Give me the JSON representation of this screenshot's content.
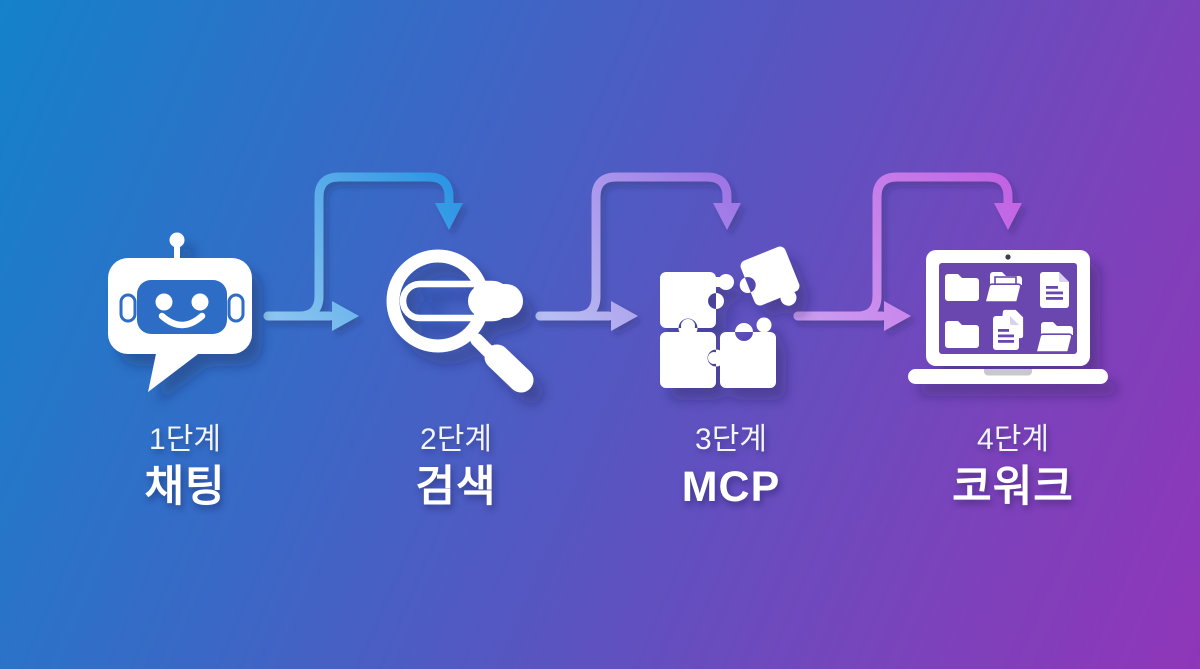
{
  "diagram_title": "AI usage 4-step flow",
  "steps": [
    {
      "step_label": "1단계",
      "title": "채팅",
      "icon": "chatbot-icon"
    },
    {
      "step_label": "2단계",
      "title": "검색",
      "icon": "search-icon"
    },
    {
      "step_label": "3단계",
      "title": "MCP",
      "icon": "puzzle-icon"
    },
    {
      "step_label": "4단계",
      "title": "코워크",
      "icon": "laptop-files-icon"
    }
  ],
  "connectors": [
    {
      "from_step": 1,
      "to_step": 2,
      "arrows": [
        "loop-over-down",
        "straight-right"
      ]
    },
    {
      "from_step": 2,
      "to_step": 3,
      "arrows": [
        "loop-over-down",
        "straight-right"
      ]
    },
    {
      "from_step": 3,
      "to_step": 4,
      "arrows": [
        "loop-over-down",
        "straight-right"
      ]
    }
  ],
  "theme": {
    "bg_gradient_start": "#1482cb",
    "bg_gradient_mid1": "#3a68c6",
    "bg_gradient_mid2": "#5d52c0",
    "bg_gradient_mid3": "#7b43bb",
    "bg_gradient_end": "#8f36b9",
    "icon_color": "#ffffff",
    "text_color": "#ffffff",
    "connector1_start": "#8ec6f0",
    "connector1_end": "#2b95e4",
    "connector2_start": "#b9c0f2",
    "connector2_end": "#9f74e6",
    "connector3_start": "#cc9df0",
    "connector3_end": "#c263e4",
    "robot_face_color": "#2d6dc6",
    "search_glyph_color": "#3558b8",
    "laptop_screen_color": "#6b46ae"
  }
}
